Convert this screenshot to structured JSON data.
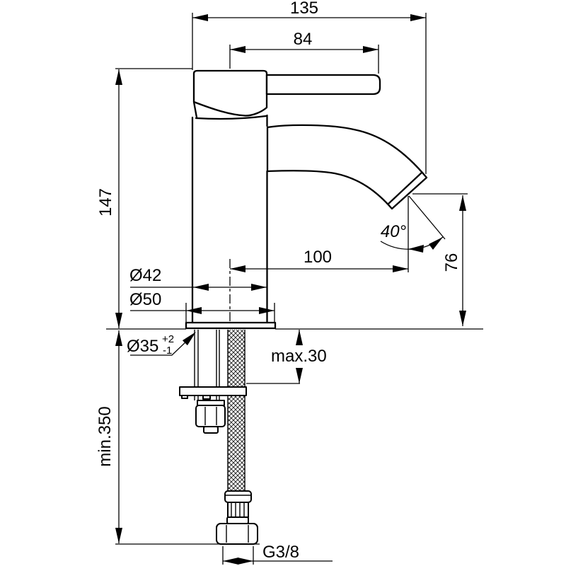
{
  "drawing": {
    "type": "faucet-installation-technical-drawing",
    "colors": {
      "line": "#000000",
      "background": "#ffffff"
    },
    "dimensions": {
      "overall_width": "135",
      "handle_reach": "84",
      "body_height": "147",
      "spout_reach": "100",
      "spout_angle": "40°",
      "outlet_height": "76",
      "body_diameter": "Ø42",
      "base_diameter": "Ø50",
      "hole_diameter": "Ø35",
      "hole_tol_plus": "+2",
      "hole_tol_minus": "-1",
      "deck_thickness": "max.30",
      "hose_clearance": "min.350",
      "thread": "G3/8"
    }
  }
}
